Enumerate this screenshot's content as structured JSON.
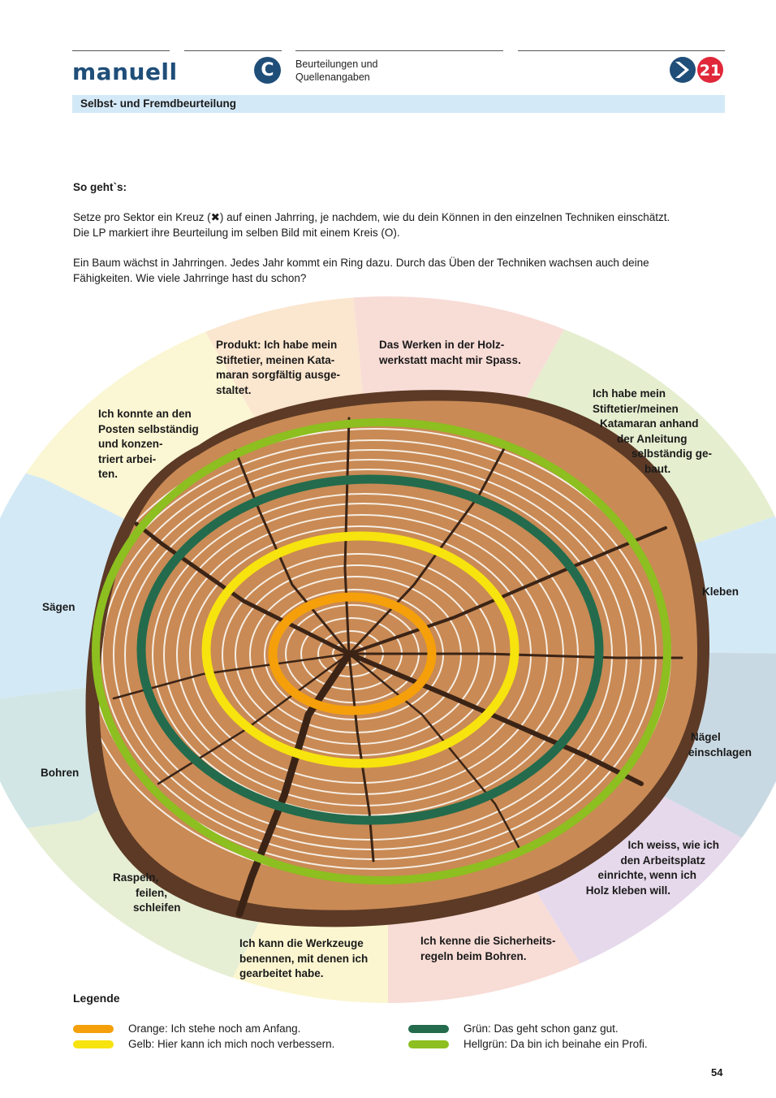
{
  "header": {
    "brand": "manuell",
    "chapter_letter": "C",
    "chapter_line1": "Beurteilungen und",
    "chapter_line2": "Quellenangaben",
    "badge_number": "21"
  },
  "band": {
    "title": "Selbst- und Fremdbeurteilung"
  },
  "intro": {
    "heading": "So geht`s:",
    "para1_line1": "Setze pro Sektor ein Kreuz (✖) auf einen Jahrring, je nachdem, wie du dein Können in den einzelnen Techniken einschätzt.",
    "para1_line2": "Die LP markiert ihre Beurteilung im selben Bild mit einem Kreis (O).",
    "para2_line1": "Ein Baum wächst in Jahrringen. Jedes Jahr kommt ein Ring dazu. Durch das Üben der Techniken wachsen auch deine",
    "para2_line2": "Fähigkeiten. Wie viele Jahrringe hast du schon?"
  },
  "sectors": {
    "produkt": [
      "Produkt: Ich habe mein",
      "Stiftetier, meinen Kata-",
      "maran sorgfältig ausge-",
      "staltet."
    ],
    "werken": [
      "Das Werken in der Holz-",
      "werkstatt macht mir Spass."
    ],
    "anleitung": [
      "Ich habe mein",
      "Stiftetier/meinen",
      "Katamaran anhand",
      "der Anleitung",
      "selbständig ge-",
      "baut."
    ],
    "posten": [
      "Ich konnte an den",
      "Posten selbständig",
      "und konzen-",
      "triert arbei-",
      "ten."
    ],
    "saegen": [
      "Sägen"
    ],
    "kleben": [
      "Kleben"
    ],
    "naegel": [
      "Nägel",
      "einschlagen"
    ],
    "bohren": [
      "Bohren"
    ],
    "arbeitsplatz": [
      "Ich weiss, wie ich",
      "den Arbeitsplatz",
      "einrichte, wenn ich",
      "Holz kleben will."
    ],
    "raspeln": [
      "Raspeln,",
      "feilen,",
      "schleifen"
    ],
    "werkzeuge": [
      "Ich kann die Werkzeuge",
      "benennen, mit denen ich",
      "gearbeitet habe."
    ],
    "sicherheit": [
      "Ich kenne die Sicherheits-",
      "regeln beim Bohren."
    ]
  },
  "legend": {
    "title": "Legende",
    "items": [
      {
        "text": "Orange: Ich stehe noch am Anfang.",
        "color": "#f5a00a"
      },
      {
        "text": "Gelb: Hier kann ich mich noch verbessern.",
        "color": "#f7e30e"
      },
      {
        "text": "Grün: Das geht schon ganz gut.",
        "color": "#236b4c"
      },
      {
        "text": "Hellgrün: Da bin ich beinahe ein Profi.",
        "color": "#8cbf1f"
      }
    ]
  },
  "colors": {
    "brand_blue": "#1f4e79",
    "band_blue": "#d4e9f7",
    "badge_red": "#e0283a",
    "bark": "#5c3a26",
    "wood": "#c98a55"
  },
  "page_number": "54"
}
